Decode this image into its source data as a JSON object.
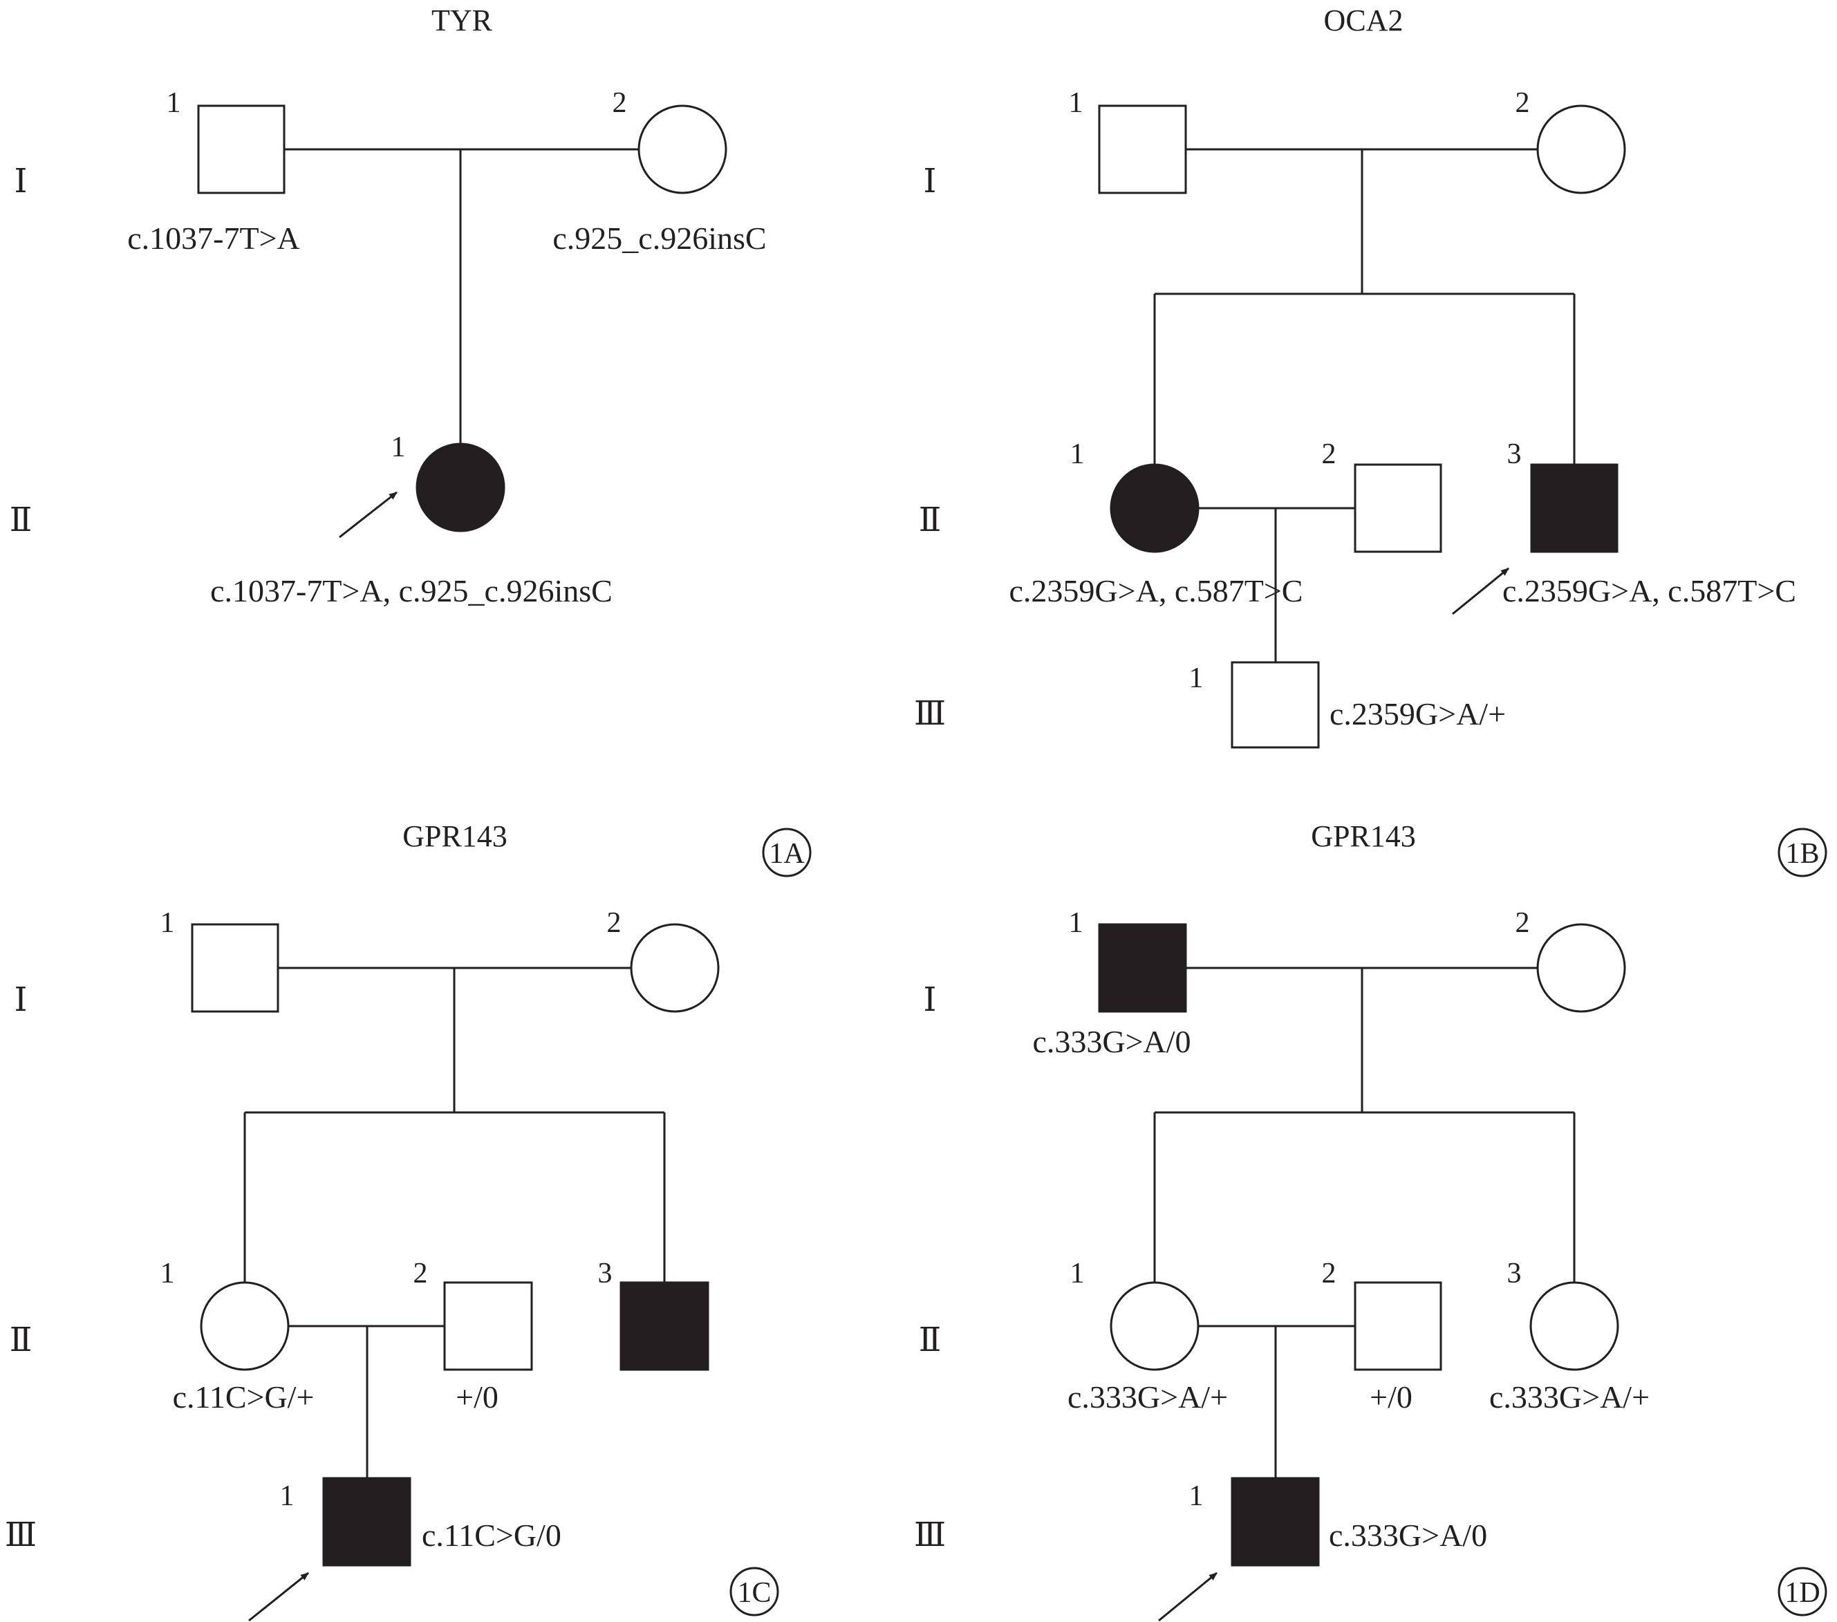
{
  "panel_1A": {
    "gene": "TYR",
    "panel_label": "1A",
    "generations": [
      "Ⅰ",
      "Ⅱ"
    ],
    "individuals": {
      "I_1": {
        "number": "1",
        "sex": "male",
        "affected": false,
        "variant": "c.1037-7T>A"
      },
      "I_2": {
        "number": "2",
        "sex": "female",
        "affected": false,
        "variant": "c.925_c.926insC"
      },
      "II_1": {
        "number": "1",
        "sex": "female",
        "affected": true,
        "proband": true,
        "variant": "c.1037-7T>A, c.925_c.926insC"
      }
    }
  },
  "panel_1B": {
    "gene": "OCA2",
    "panel_label": "1B",
    "generations": [
      "Ⅰ",
      "Ⅱ",
      "Ⅲ"
    ],
    "individuals": {
      "I_1": {
        "number": "1",
        "sex": "male",
        "affected": false
      },
      "I_2": {
        "number": "2",
        "sex": "female",
        "affected": false
      },
      "II_1": {
        "number": "1",
        "sex": "female",
        "affected": true,
        "variant": "c.2359G>A, c.587T>C"
      },
      "II_2": {
        "number": "2",
        "sex": "male",
        "affected": false
      },
      "II_3": {
        "number": "3",
        "sex": "male",
        "affected": true,
        "proband": true,
        "variant": "c.2359G>A, c.587T>C"
      },
      "III_1": {
        "number": "1",
        "sex": "male",
        "affected": false,
        "variant": "c.2359G>A/+"
      }
    }
  },
  "panel_1C": {
    "gene": "GPR143",
    "panel_label": "1C",
    "generations": [
      "Ⅰ",
      "Ⅱ",
      "Ⅲ"
    ],
    "individuals": {
      "I_1": {
        "number": "1",
        "sex": "male",
        "affected": false
      },
      "I_2": {
        "number": "2",
        "sex": "female",
        "affected": false
      },
      "II_1": {
        "number": "1",
        "sex": "female",
        "affected": false,
        "variant": "c.11C>G/+"
      },
      "II_2": {
        "number": "2",
        "sex": "male",
        "affected": false,
        "variant": "+/0"
      },
      "II_3": {
        "number": "3",
        "sex": "male",
        "affected": true
      },
      "III_1": {
        "number": "1",
        "sex": "male",
        "affected": true,
        "proband": true,
        "variant": "c.11C>G/0"
      }
    }
  },
  "panel_1D": {
    "gene": "GPR143",
    "panel_label": "1D",
    "generations": [
      "Ⅰ",
      "Ⅱ",
      "Ⅲ"
    ],
    "individuals": {
      "I_1": {
        "number": "1",
        "sex": "male",
        "affected": true,
        "variant": "c.333G>A/0"
      },
      "I_2": {
        "number": "2",
        "sex": "female",
        "affected": false
      },
      "II_1": {
        "number": "1",
        "sex": "female",
        "affected": false,
        "variant": "c.333G>A/+"
      },
      "II_2": {
        "number": "2",
        "sex": "male",
        "affected": false,
        "variant": "+/0"
      },
      "II_3": {
        "number": "3",
        "sex": "female",
        "affected": false,
        "variant": "c.333G>A/+"
      },
      "III_1": {
        "number": "1",
        "sex": "male",
        "affected": true,
        "proband": true,
        "variant": "c.333G>A/0"
      }
    }
  }
}
